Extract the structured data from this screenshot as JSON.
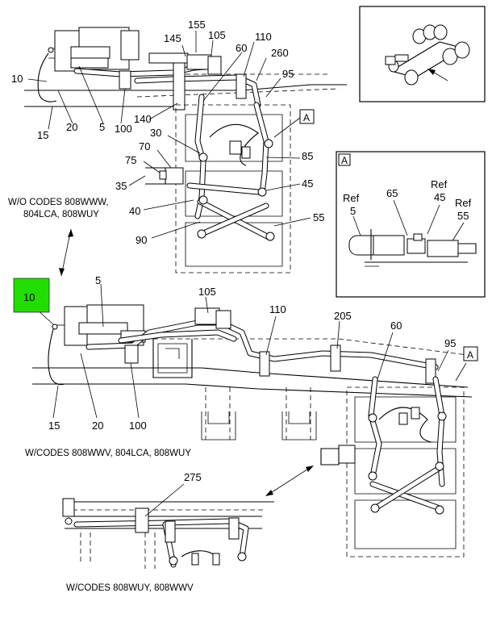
{
  "callouts_top": {
    "c155": "155",
    "c145": "145",
    "c105": "105",
    "c110": "110",
    "c60": "60",
    "c260": "260",
    "c95": "95",
    "c10": "10",
    "c140": "140",
    "c15": "15",
    "c20": "20",
    "c5": "5",
    "c100": "100",
    "c30": "30",
    "c70": "70",
    "c75": "75",
    "c85": "85",
    "c35": "35",
    "c45": "45",
    "c40": "40",
    "c55": "55",
    "c90": "90"
  },
  "ref_flag": "A",
  "caption_top": [
    "W/O CODES 808WWW,",
    "804LCA, 808WUY"
  ],
  "detail_a": {
    "letter": "A",
    "ref5": [
      "Ref",
      "5"
    ],
    "c65": "65",
    "ref45": [
      "Ref",
      "45"
    ],
    "ref55": [
      "Ref",
      "55"
    ]
  },
  "callouts_mid": {
    "c10": "10",
    "c5": "5",
    "c105": "105",
    "c110": "110",
    "c205": "205",
    "c60": "60",
    "c95": "95",
    "c15": "15",
    "c20": "20",
    "c100": "100"
  },
  "highlight_color": "#22dd00",
  "caption_mid": "W/CODES 808WWV, 804LCA, 808WUY",
  "callout_bottom": "275",
  "caption_bottom": "W/CODES 808WUY, 808WWV"
}
